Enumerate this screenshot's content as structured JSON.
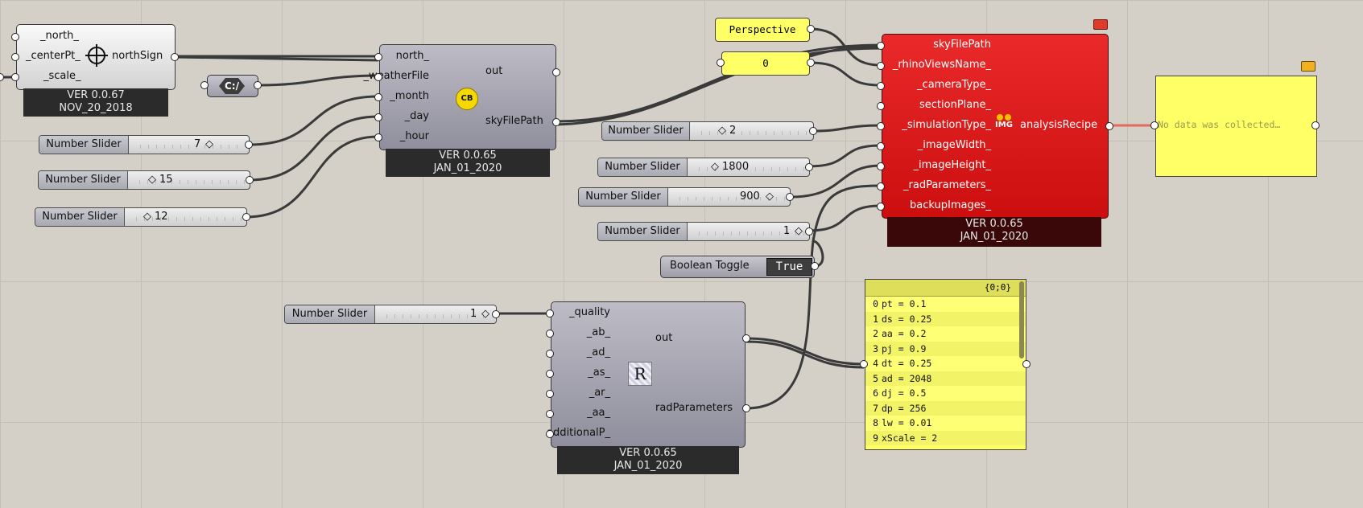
{
  "north_sign": {
    "inputs": [
      "_north_",
      "_centerPt_",
      "_scale_"
    ],
    "output": "northSign",
    "version": "VER 0.0.67",
    "date": "NOV_20_2018",
    "icon": "crosshair-icon"
  },
  "path_param": {
    "label": "C:/"
  },
  "sky_component": {
    "inputs": [
      "north_",
      "_weatherFile",
      "_month",
      "_day",
      "_hour"
    ],
    "outputs": [
      "out",
      "skyFilePath"
    ],
    "icon_text": "CB",
    "version": "VER 0.0.65",
    "date": "JAN_01_2020"
  },
  "sliders_left": [
    {
      "name": "Number Slider",
      "value": "7"
    },
    {
      "name": "Number Slider",
      "value": "15"
    },
    {
      "name": "Number Slider",
      "value": "12"
    }
  ],
  "perspective_panel": {
    "text": "Perspective"
  },
  "zero_panel": {
    "text": "0"
  },
  "recipe_component": {
    "inputs": [
      "skyFilePath",
      "_rhinoViewsName_",
      "_cameraType_",
      "sectionPlane_",
      "_simulationType_",
      "_imageWidth_",
      "_imageHeight_",
      "_radParameters_",
      "backupImages_"
    ],
    "output": "analysisRecipe",
    "icon_text": "IMG",
    "version": "VER 0.0.65",
    "date": "JAN_01_2020",
    "color": "#e01c1c"
  },
  "sliders_mid": [
    {
      "name": "Number Slider",
      "value": "2"
    },
    {
      "name": "Number Slider",
      "value": "1800"
    },
    {
      "name": "Number Slider",
      "value": "900"
    },
    {
      "name": "Number Slider",
      "value": "1"
    }
  ],
  "output_panel": {
    "text": "No data was collected…"
  },
  "boolean_toggle": {
    "name": "Boolean Toggle",
    "value": "True"
  },
  "quality_slider": {
    "name": "Number Slider",
    "value": "1"
  },
  "rad_component": {
    "inputs": [
      "_quality",
      "_ab_",
      "_ad_",
      "_as_",
      "_ar_",
      "_aa_",
      "additionalP_"
    ],
    "outputs": [
      "out",
      "radParameters"
    ],
    "icon_text": "R",
    "version": "VER 0.0.65",
    "date": "JAN_01_2020"
  },
  "data_panel": {
    "path": "{0;0}",
    "rows": [
      {
        "index": "0",
        "text": "pt = 0.1"
      },
      {
        "index": "1",
        "text": "ds = 0.25"
      },
      {
        "index": "2",
        "text": "aa = 0.2"
      },
      {
        "index": "3",
        "text": "pj = 0.9"
      },
      {
        "index": "4",
        "text": "dt = 0.25"
      },
      {
        "index": "5",
        "text": "ad = 2048"
      },
      {
        "index": "6",
        "text": "dj = 0.5"
      },
      {
        "index": "7",
        "text": "dp = 256"
      },
      {
        "index": "8",
        "text": "lw = 0.01"
      },
      {
        "index": "9",
        "text": "xScale = 2"
      }
    ]
  }
}
